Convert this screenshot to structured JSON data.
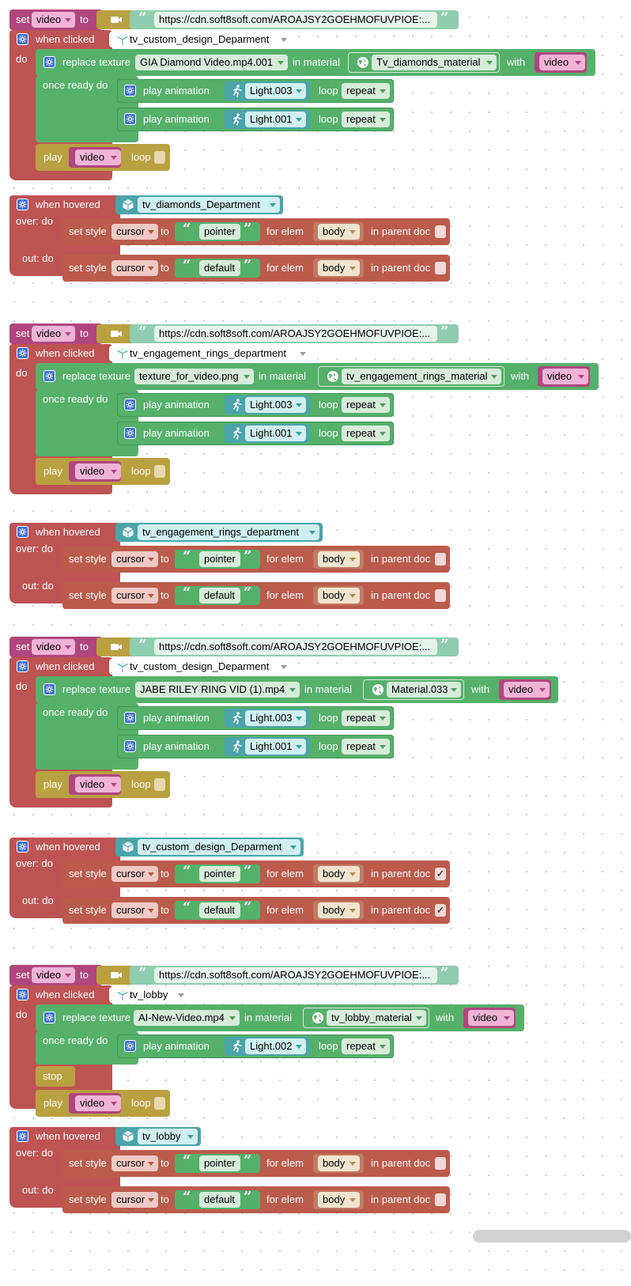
{
  "colors": {
    "event": "#be5353",
    "set_var": "#b0467d",
    "verge_object": "#4aa4a9",
    "material": "#55b06a",
    "style_block": "#bb5b4c",
    "play_block": "#b9a040",
    "text": "#8ecdae"
  },
  "common": {
    "set": "set",
    "to": "to",
    "when_clicked": "when clicked",
    "when_hovered": "when hovered",
    "do": "do",
    "over_do": "over: do",
    "out_do": "out: do",
    "replace_texture": "replace texture",
    "in_material": "in material",
    "with": "with",
    "once_ready_do": "once ready do",
    "play_animation": "play animation",
    "loop": "loop",
    "repeat": "repeat",
    "play": "play",
    "stop": "stop",
    "set_style": "set style",
    "cursor": "cursor",
    "pointer": "pointer",
    "default": "default",
    "for_elem": "for elem",
    "body": "body",
    "in_parent_doc": "in parent doc",
    "video_var": "video",
    "open_quote": "“",
    "close_quote": "”",
    "check": "✓"
  },
  "url_text": "https://cdn.soft8soft.com/AROAJSY2GOEHMOFUVPIOE:...",
  "group1": {
    "object": "tv_custom_design_Deparment",
    "texture": "GIA Diamond Video.mp4.001",
    "material": "Tv_diamonds_material",
    "anim_1": "Light.003",
    "anim_2": "Light.001"
  },
  "hover1": {
    "object": "tv_diamonds_Department"
  },
  "group2": {
    "object": "tv_engagement_rings_department",
    "texture": "texture_for_video.png",
    "material": "tv_engagement_rings_material",
    "anim_1": "Light.003",
    "anim_2": "Light.001"
  },
  "hover2": {
    "object": "tv_engagement_rings_department"
  },
  "group3": {
    "object": "tv_custom_design_Deparment",
    "texture": "JABE RILEY RING VID (1).mp4",
    "material": "Material.033",
    "anim_1": "Light.003",
    "anim_2": "Light.001"
  },
  "hover3": {
    "object": "tv_custom_design_Deparment"
  },
  "group4": {
    "object": "tv_lobby",
    "texture": "AI-New-Video.mp4",
    "material": "tv_lobby_material",
    "anim_1": "Light.002"
  },
  "hover4": {
    "object": "tv_lobby"
  }
}
